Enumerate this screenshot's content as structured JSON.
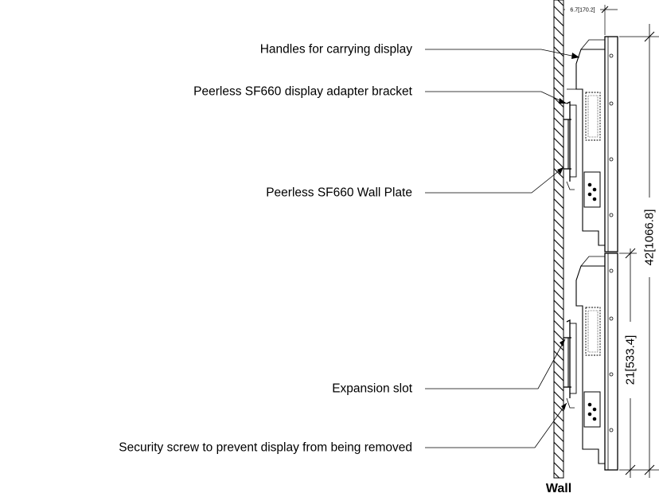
{
  "callouts": [
    {
      "id": "handles",
      "text": "Handles for carrying display"
    },
    {
      "id": "adapter-bracket",
      "text": "Peerless SF660 display adapter bracket"
    },
    {
      "id": "wall-plate",
      "text": "Peerless SF660 Wall Plate"
    },
    {
      "id": "expansion-slot",
      "text": "Expansion slot"
    },
    {
      "id": "security-screw",
      "text": "Security screw to prevent display from being removed"
    }
  ],
  "dimensions": {
    "depth": "6.7[170.2]",
    "total_height": "42[1066.8]",
    "unit_height": "21[533.4]"
  },
  "wall_label": "Wall"
}
